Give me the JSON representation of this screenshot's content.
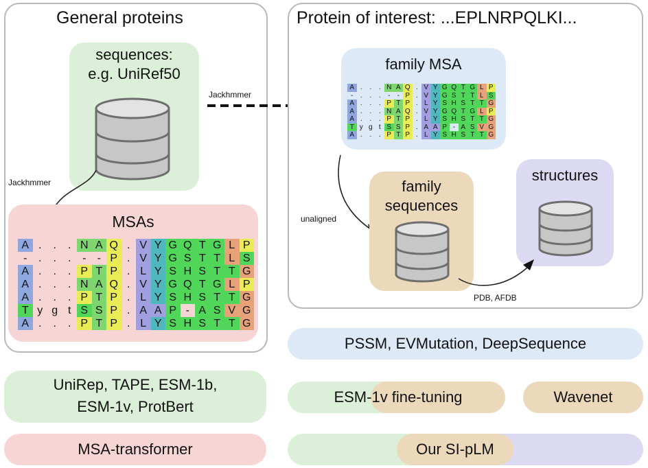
{
  "left_panel": {
    "title": "General proteins",
    "db_label_line1": "sequences:",
    "db_label_line2": "e.g. UniRef50",
    "jackhmmer_label": "Jackhmmer",
    "msa_label": "MSAs"
  },
  "right_panel": {
    "title": "Protein of interest: ...EPLNRPQLKI...",
    "family_msa_label": "family MSA",
    "family_sequences_line1": "family",
    "family_sequences_line2": "sequences",
    "structures_label": "structures",
    "unaligned_label": "unaligned",
    "pdb_label": "PDB, AFDB"
  },
  "arrow_label": "Jackhmmer",
  "msa_rows": [
    [
      "A",
      ".",
      ".",
      ".",
      "N",
      "A",
      "Q",
      ".",
      "V",
      "Y",
      "G",
      "Q",
      "T",
      "G",
      "L",
      "P"
    ],
    [
      "-",
      ".",
      ".",
      ".",
      "-",
      "-",
      "P",
      ".",
      "V",
      "Y",
      "G",
      "S",
      "T",
      "T",
      "L",
      "S"
    ],
    [
      "A",
      ".",
      ".",
      ".",
      "P",
      "T",
      "P",
      ".",
      "L",
      "Y",
      "S",
      "H",
      "S",
      "T",
      "T",
      "G"
    ],
    [
      "A",
      ".",
      ".",
      ".",
      "N",
      "A",
      "Q",
      ".",
      "V",
      "Y",
      "G",
      "Q",
      "T",
      "G",
      "L",
      "P"
    ],
    [
      "A",
      ".",
      ".",
      ".",
      "P",
      "T",
      "P",
      ".",
      "L",
      "Y",
      "S",
      "H",
      "S",
      "T",
      "T",
      "G"
    ],
    [
      "T",
      "y",
      "g",
      "t",
      "S",
      "S",
      "P",
      ".",
      "A",
      "A",
      "P",
      "-",
      "A",
      "S",
      "V",
      "G"
    ],
    [
      "A",
      ".",
      ".",
      ".",
      "P",
      "T",
      "P",
      ".",
      "L",
      "Y",
      "S",
      "H",
      "S",
      "T",
      "T",
      "G"
    ]
  ],
  "methods": {
    "general_row1_line1": "UniRep, TAPE, ESM-1b,",
    "general_row1_line2": "ESM-1v, ProtBert",
    "general_row2": "MSA-transformer",
    "right_row1": "PSSM, EVMutation, DeepSequence",
    "right_row2a": "ESM-1v fine-tuning",
    "right_row2b": "Wavenet",
    "right_row3": "Our SI-pLM"
  },
  "colors": {
    "panel_border": "#b8b8b8",
    "green_bg": "#dcefd8",
    "pink_bg": "#f8d5d5",
    "blue_bg": "#dde9f6",
    "tan_bg": "#ecd9bc",
    "lavender_bg": "#dcdaf2"
  }
}
